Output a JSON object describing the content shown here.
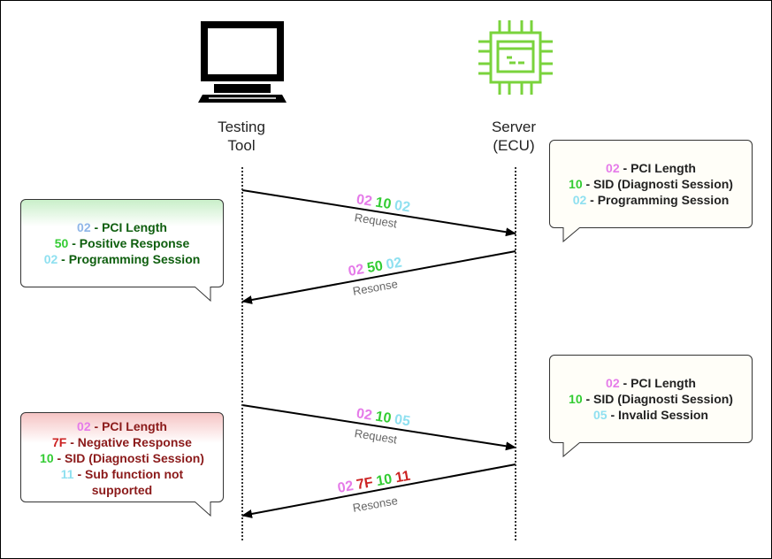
{
  "participants": {
    "tester": {
      "line1": "Testing",
      "line2": "Tool",
      "icon": "computer-monitor-icon"
    },
    "server": {
      "line1": "Server",
      "line2": "(ECU)",
      "icon": "cpu-chip-icon"
    }
  },
  "messages": {
    "request1": {
      "codes": [
        "02",
        "10",
        "02"
      ],
      "label": "Request"
    },
    "response1": {
      "codes": [
        "02",
        "50",
        "02"
      ],
      "label": "Resonse"
    },
    "request2": {
      "codes": [
        "02",
        "10",
        "05"
      ],
      "label": "Request"
    },
    "response2": {
      "codes": [
        "02",
        "7F",
        "10",
        "11"
      ],
      "label": "Resonse"
    }
  },
  "callouts": {
    "server_request1": {
      "lines": [
        {
          "code": "02",
          "text": " - PCI Length"
        },
        {
          "code": "10",
          "text": " - SID (Diagnosti Session)"
        },
        {
          "code": "02",
          "text": " - Programming Session"
        }
      ]
    },
    "tester_response1": {
      "lines": [
        {
          "code": "02",
          "text": " - PCI Length"
        },
        {
          "code": "50",
          "text": " - Positive Response"
        },
        {
          "code": "02",
          "text": " - Programming Session"
        }
      ]
    },
    "server_request2": {
      "lines": [
        {
          "code": "02",
          "text": " - PCI Length"
        },
        {
          "code": "10",
          "text": " - SID (Diagnosti Session)"
        },
        {
          "code": "05",
          "text": " - Invalid Session"
        }
      ]
    },
    "tester_response2": {
      "lines": [
        {
          "code": "02",
          "text": " - PCI Length"
        },
        {
          "code": "7F",
          "text": " - Negative Response"
        },
        {
          "code": "10",
          "text": " - SID (Diagnosti Session)"
        },
        {
          "code": "11",
          "text": " - Sub function not"
        },
        {
          "code": "",
          "text": "supported"
        }
      ]
    }
  },
  "colors": {
    "pci": "#e57be9",
    "sid": "#33cc33",
    "session": "#8fe0f0",
    "negative": "#cc2222",
    "chip": "#7ad33c",
    "positive_header": "#c9efc9",
    "negative_header": "#f6c4c4"
  }
}
